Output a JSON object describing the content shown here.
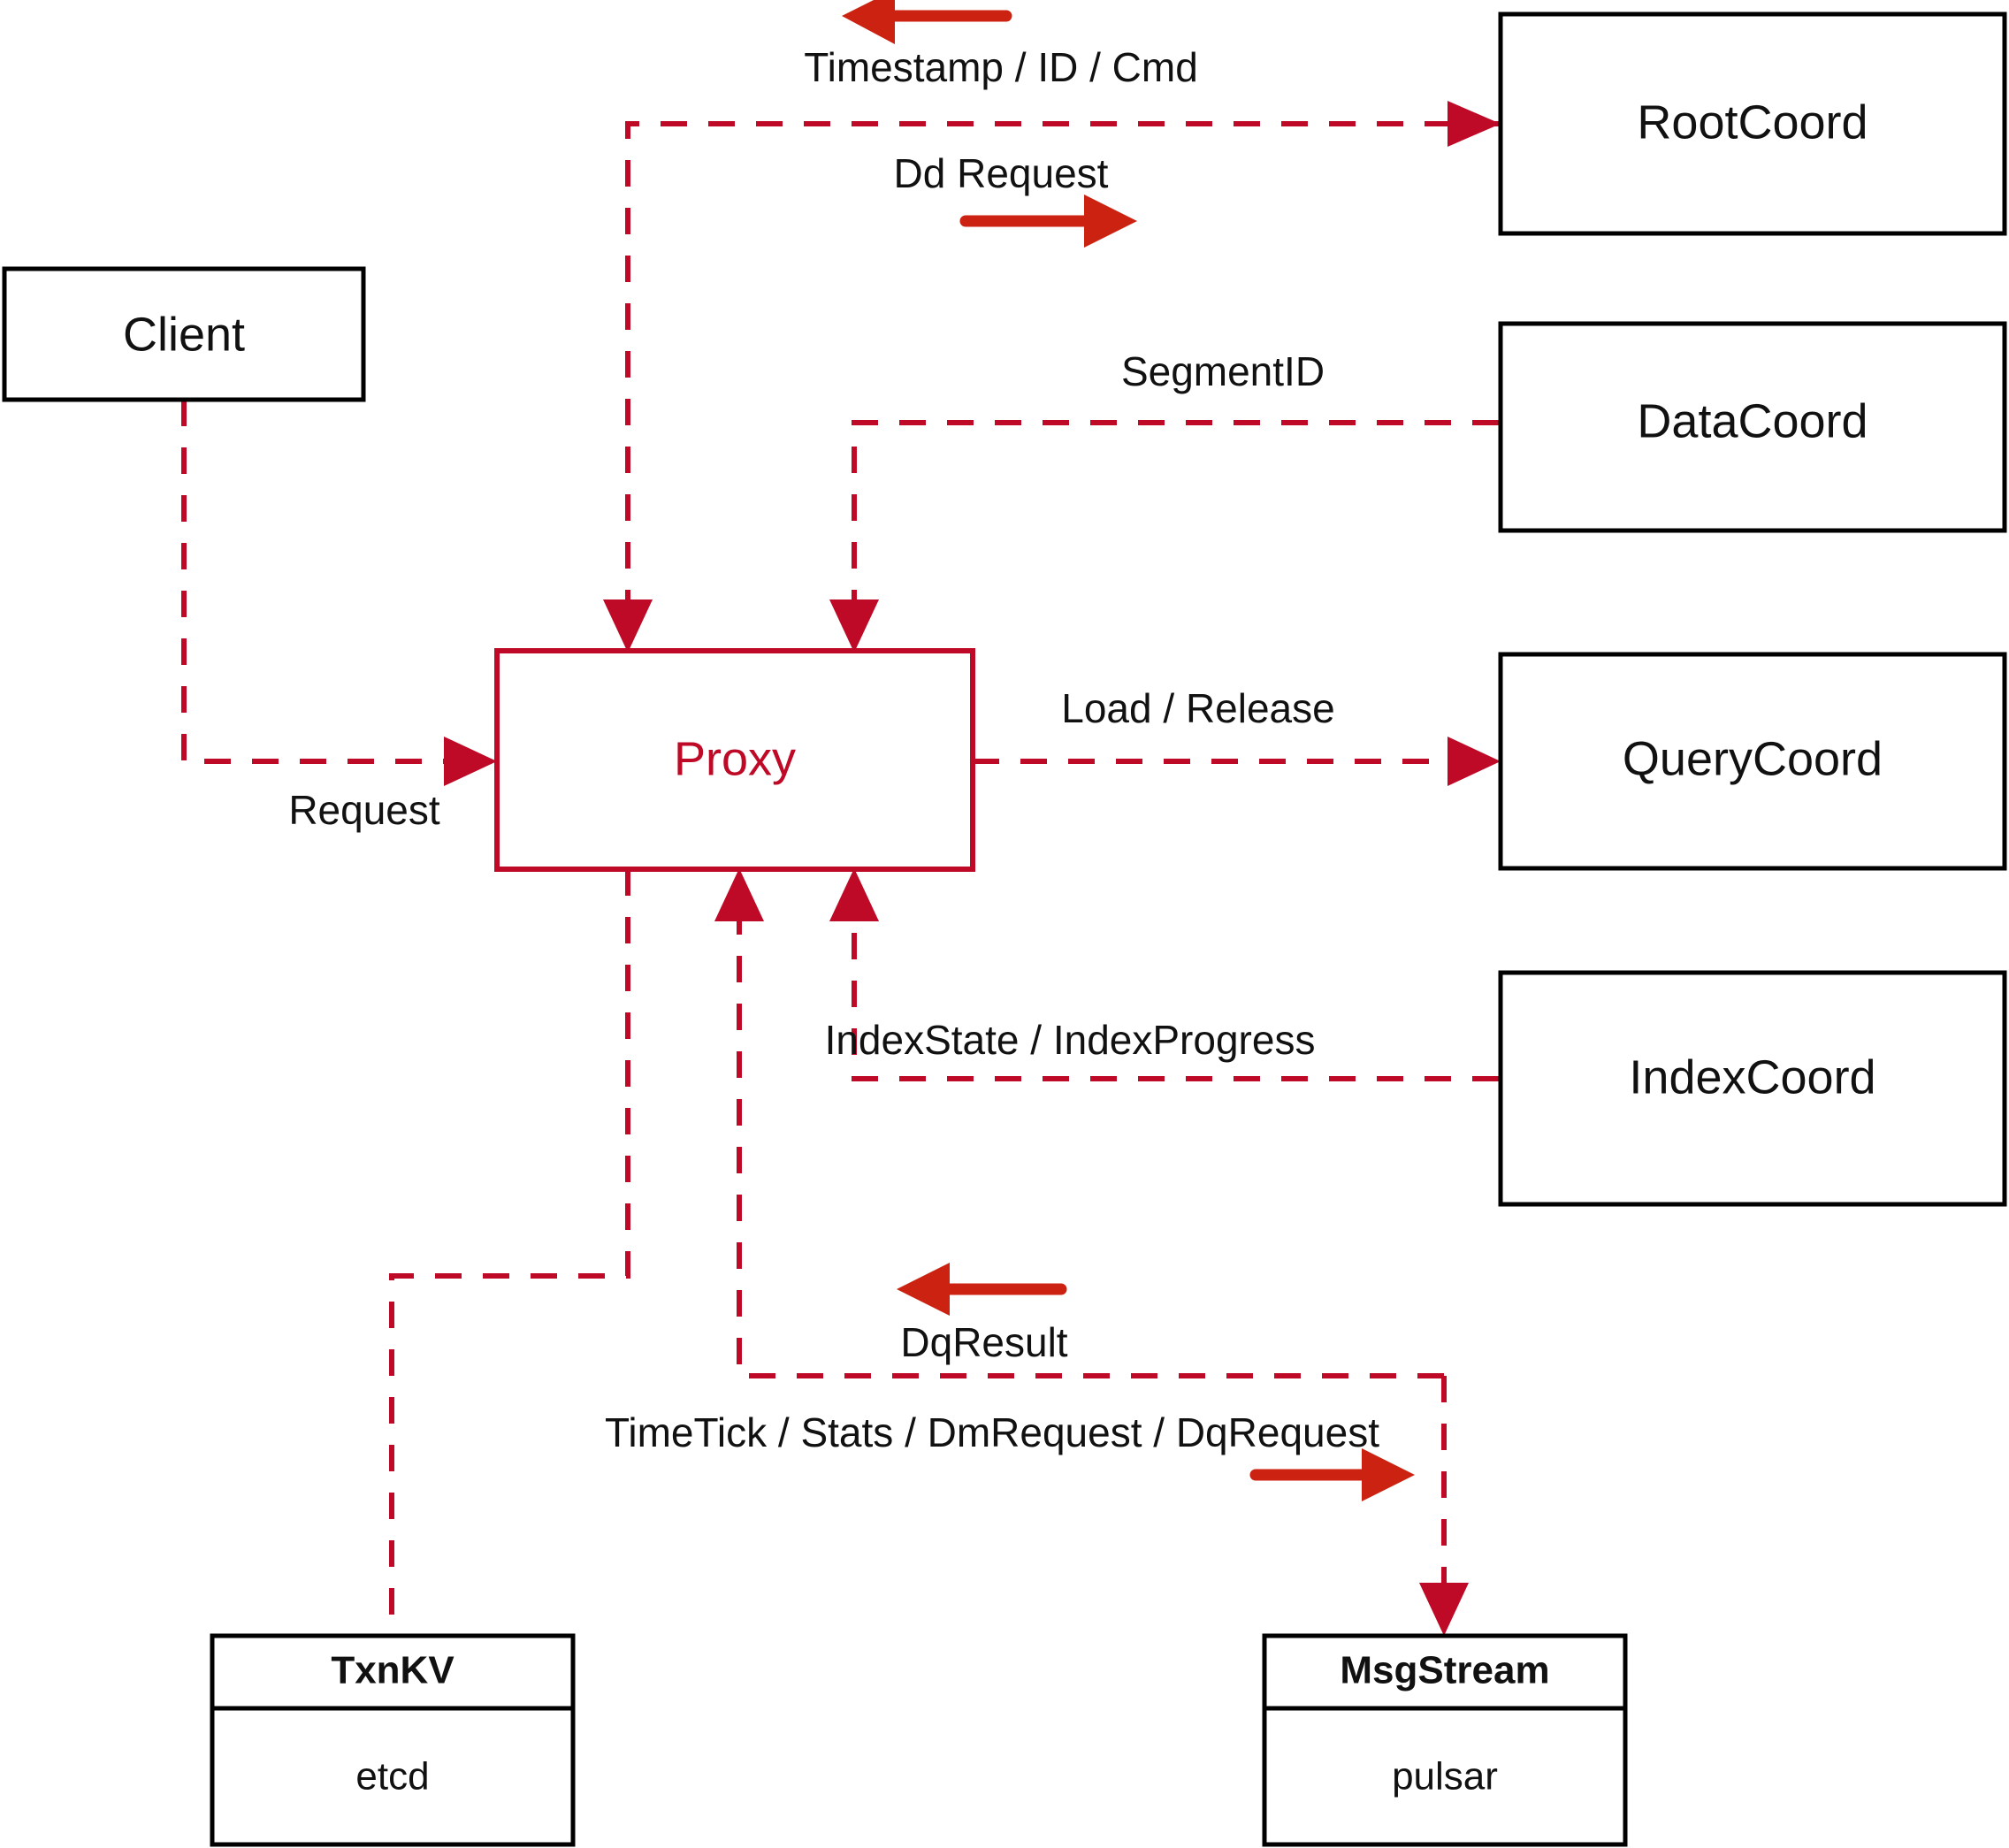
{
  "diagram": {
    "title": "Milvus Proxy interaction diagram",
    "colors": {
      "dashed_flow": "#BE0A26",
      "solid_arrow": "#CC2211",
      "node_border": "#000000",
      "accent_node_border": "#BE0A26",
      "text": "#111111",
      "background": "#FFFFFF"
    },
    "nodes": [
      {
        "id": "client",
        "label": "Client"
      },
      {
        "id": "proxy",
        "label": "Proxy"
      },
      {
        "id": "rootcoord",
        "label": "RootCoord"
      },
      {
        "id": "datacoord",
        "label": "DataCoord"
      },
      {
        "id": "querycoord",
        "label": "QueryCoord"
      },
      {
        "id": "indexcoord",
        "label": "IndexCoord"
      },
      {
        "id": "txnkv",
        "label": "TxnKV",
        "sublabel": "etcd"
      },
      {
        "id": "msgstream",
        "label": "MsgStream",
        "sublabel": "pulsar"
      }
    ],
    "edges": [
      {
        "id": "e-timestamp",
        "label": "Timestamp / ID / Cmd",
        "from": "rootcoord",
        "to": "proxy",
        "direction": "left"
      },
      {
        "id": "e-ddrequest",
        "label": "Dd Request",
        "from": "proxy",
        "to": "rootcoord",
        "direction": "right"
      },
      {
        "id": "e-segmentid",
        "label": "SegmentID",
        "from": "datacoord",
        "to": "proxy",
        "direction": "left"
      },
      {
        "id": "e-request",
        "label": "Request",
        "from": "client",
        "to": "proxy",
        "direction": "right"
      },
      {
        "id": "e-loadrelease",
        "label": "Load / Release",
        "from": "proxy",
        "to": "querycoord",
        "direction": "right"
      },
      {
        "id": "e-indexstate",
        "label": "IndexState / IndexProgress",
        "from": "indexcoord",
        "to": "proxy",
        "direction": "left"
      },
      {
        "id": "e-dqresult",
        "label": "DqResult",
        "from": "msgstream",
        "to": "proxy",
        "direction": "left"
      },
      {
        "id": "e-msgstream-out",
        "label": "TimeTick / Stats / DmRequest / DqRequest",
        "from": "proxy",
        "to": "msgstream",
        "direction": "right"
      },
      {
        "id": "e-txnkv",
        "label": "",
        "from": "proxy",
        "to": "txnkv",
        "direction": "down"
      }
    ]
  }
}
